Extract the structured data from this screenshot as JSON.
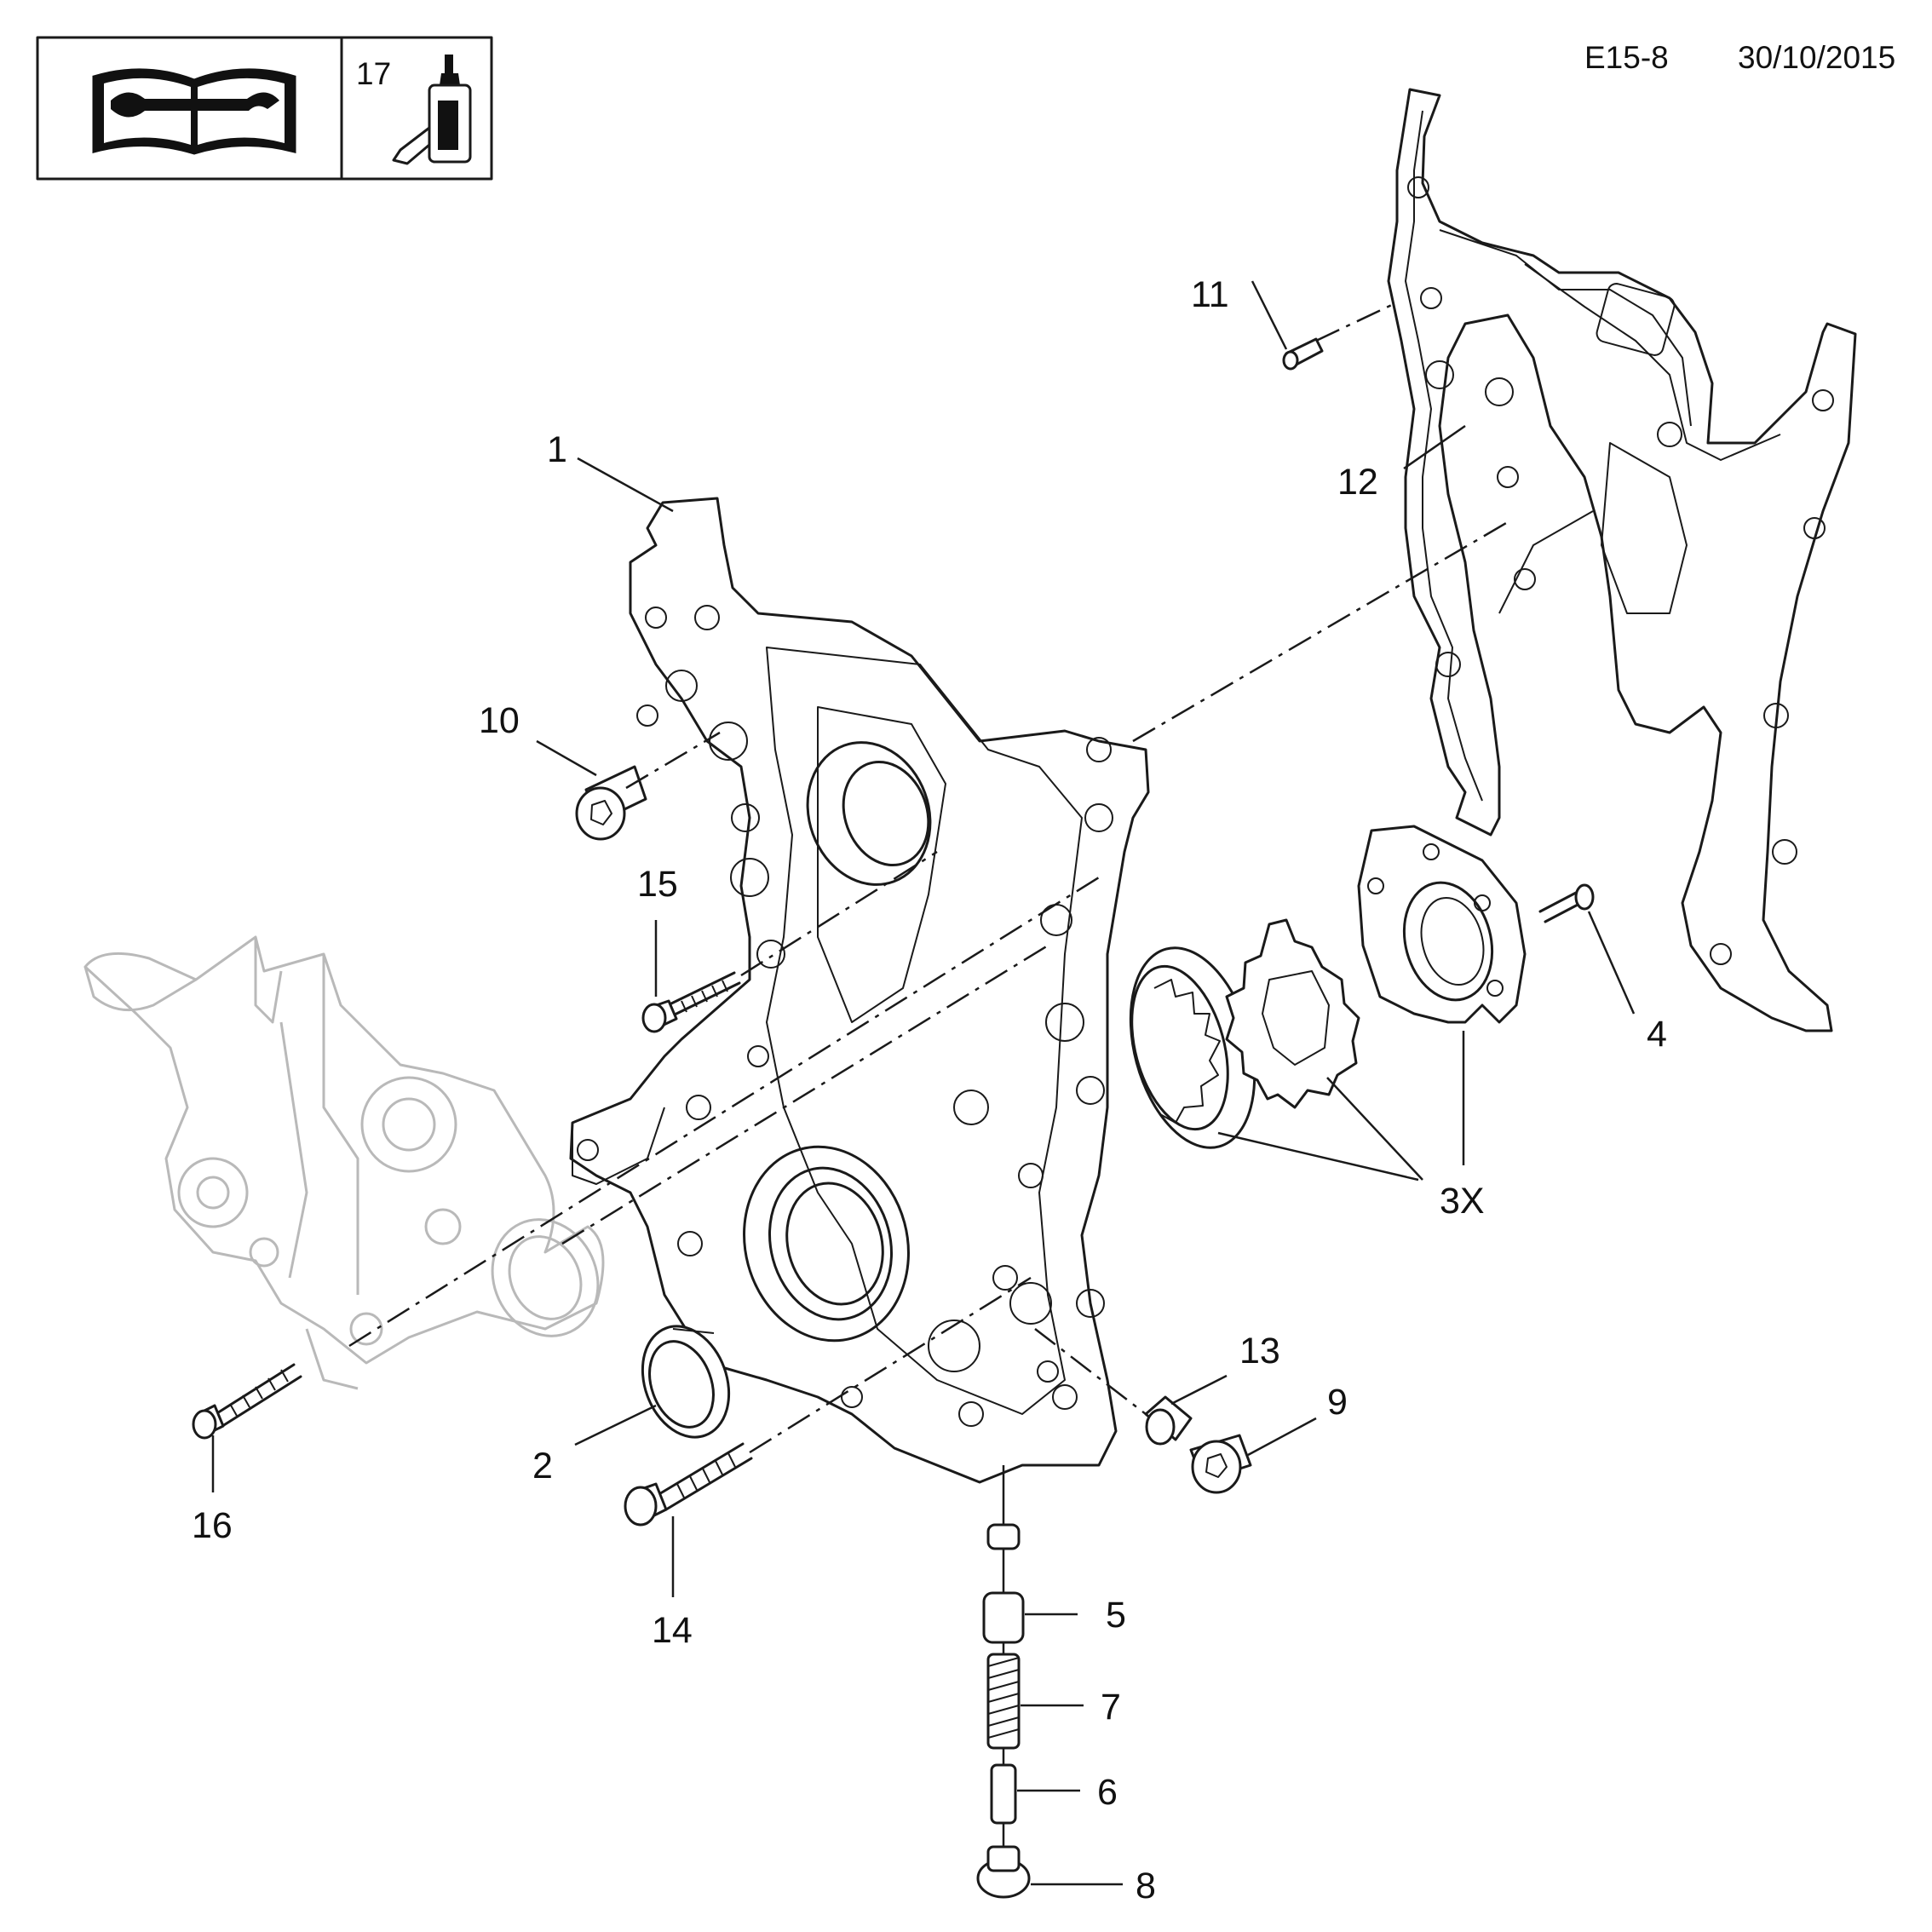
{
  "header": {
    "reference_code": "E15-8",
    "date": "30/10/2015",
    "note_number": "17"
  },
  "icons": {
    "manual": "repair-manual-wrench-icon",
    "sealant": "sealant-bottle-icon"
  },
  "callouts": [
    "1",
    "2",
    "3X",
    "4",
    "5",
    "6",
    "7",
    "8",
    "9",
    "10",
    "11",
    "12",
    "13",
    "14",
    "15",
    "16"
  ]
}
